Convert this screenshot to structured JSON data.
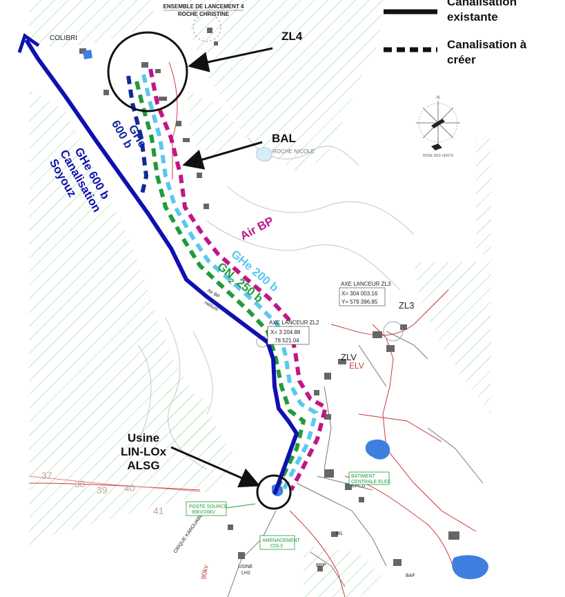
{
  "legend": {
    "existing_line": "Canalisation existante",
    "new_line": "Canalisation à créer",
    "existing_line_parts": [
      "Canalisation",
      "existante"
    ],
    "new_line_parts": [
      "Canalisation à",
      "créer"
    ]
  },
  "site_labels": {
    "ensemble_line1": "ENSEMBLE DE LANCEMENT 4",
    "ensemble_line2": "ROCHE CHRISTINE",
    "colibri": "COLIBRI",
    "roche_nicole": "ROCHE NICOLE",
    "zl3": "ZL3",
    "zlv": "ZLV",
    "elv": "ELV",
    "epcu": "EPCU",
    "bil": "BIL",
    "brp": "BRP",
    "baf": "BAF",
    "usine_lh2": [
      "USINE",
      "LH2"
    ],
    "crique": "CRIQUE KAROUABO",
    "poste_source": [
      "POSTE SOURCE",
      "90kV/20kV"
    ],
    "amenagement": [
      "AMENAGEMENT",
      "CDL3"
    ],
    "batiment": [
      "BATIMENT",
      "CENTRALE ELEC."
    ],
    "kv_label": "90kv",
    "axe_zl3": [
      "AXE LANCEUR ZL3",
      "X= 304 003.16",
      "Y= 579 396.85"
    ],
    "axe_zl2": [
      "AXE LANCEUR ZL2",
      "X= 3 204.88",
      "78 521.04"
    ],
    "air_helium": [
      "Air BP",
      "Hélium"
    ],
    "rose_caption": "ROSE DES VENTS",
    "pk_numbers": [
      "37",
      "38",
      "39",
      "40",
      "41"
    ]
  },
  "callouts": {
    "zl4": "ZL4",
    "bal": "BAL",
    "usine": [
      "Usine",
      "LIN-LOx",
      "ALSG"
    ]
  },
  "pipeline_labels": {
    "ghe600_soyouz": [
      "GHe 600 b",
      "Canalisation",
      "Soyouz"
    ],
    "ghe600": [
      "GHe",
      "600 b"
    ],
    "air_bp": "Air BP",
    "ghe200": "GHe 200 b",
    "gn2": "GN",
    "gn2_sub": "2",
    "gn2_pressure": " 250 b"
  },
  "colors": {
    "existing_pipe": "#1010b0",
    "air_bp": "#c0168a",
    "ghe200": "#5bc8ee",
    "gn2": "#1f9b3c",
    "ghe600_new": "#102a9c",
    "hatch": "#8fd08f",
    "road": "#c83a3a",
    "callout": "#111111"
  }
}
